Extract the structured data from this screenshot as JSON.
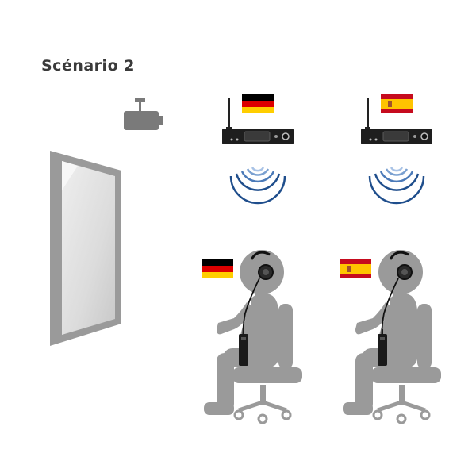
{
  "title": "Scénario 2",
  "colors": {
    "gray": "#9a9a9a",
    "dark_gray": "#7a7a7a",
    "receiver": "#222222",
    "wave": "#1f4e8c",
    "germany": [
      "#000000",
      "#dd0000",
      "#ffce00"
    ],
    "spain": [
      "#c60b1e",
      "#ffc400",
      "#c60b1e"
    ]
  },
  "elements": {
    "projector": "projector-icon",
    "screen": "projection-screen",
    "transmitters": [
      {
        "language": "german",
        "flag": "germany"
      },
      {
        "language": "spanish",
        "flag": "spain"
      }
    ],
    "listeners": [
      {
        "language": "german",
        "flag": "germany"
      },
      {
        "language": "spanish",
        "flag": "spain"
      }
    ]
  }
}
